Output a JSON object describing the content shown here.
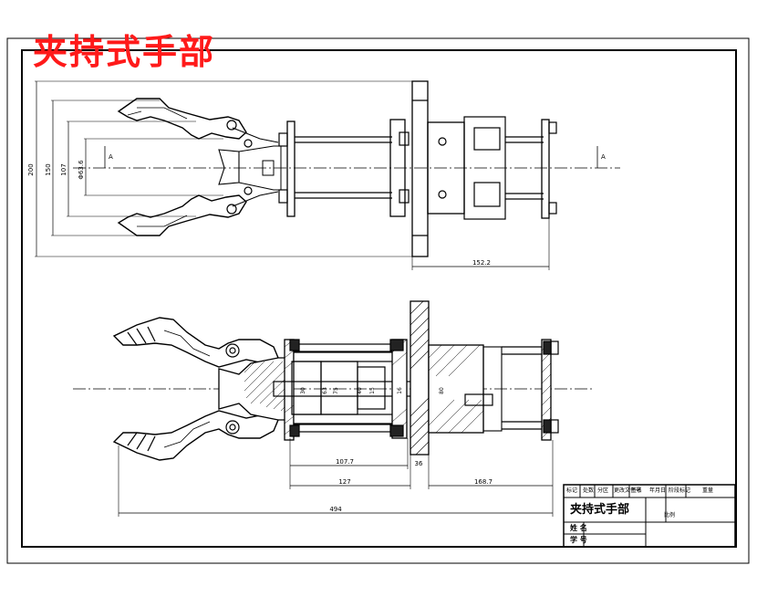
{
  "title": "夹持式手部",
  "top_view": {
    "dims": {
      "overall_height": "200",
      "height_150": "150",
      "height_107": "107",
      "diameter": "Φ63.6",
      "length_right": "152.2"
    },
    "section_mark": "A"
  },
  "front_view": {
    "dims": {
      "d107_7": "107.7",
      "d127": "127",
      "d168_7": "168.7",
      "d494": "494",
      "d36": "36"
    },
    "diameters": [
      "30",
      "63",
      "75",
      "40",
      "15",
      "16",
      "80"
    ]
  },
  "title_block": {
    "header": [
      "标记",
      "处数",
      "分区",
      "更改文件号",
      "签名",
      "年月日"
    ],
    "header_right": [
      "阶段标记",
      "重量",
      "比例"
    ],
    "drawing_name": "夹持式手部",
    "scale_label": "比例",
    "row_name": "姓 名",
    "row_id": "学 号"
  },
  "colors": {
    "title_red": "#ff1a1a",
    "line": "#000000",
    "hatch": "#000000"
  }
}
